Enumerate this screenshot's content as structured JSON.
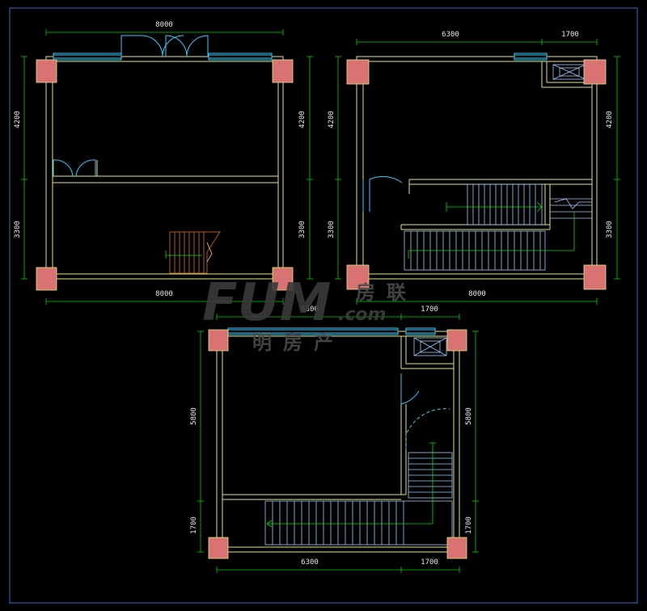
{
  "colors": {
    "background": "#000000",
    "wall": "#e6e67a",
    "dimension": "#00d200",
    "column": "#d97373",
    "opening": "#33ccff",
    "stair": "#99ccff",
    "brown_stair": "#b35a1f",
    "arrow": "#00e000",
    "frame": "#2a6fd6"
  },
  "plans": {
    "plan_a": {
      "dims": {
        "top": "8000",
        "bottom": "8000",
        "left_upper": "4200",
        "left_lower": "3300",
        "right_upper": "4200",
        "right_lower": "3300"
      }
    },
    "plan_b": {
      "dims": {
        "top_a": "6300",
        "top_b": "1700",
        "bottom": "8000",
        "left_upper": "4200",
        "left_lower": "3300",
        "right_upper": "4200",
        "right_lower": "3300"
      }
    },
    "plan_c": {
      "dims": {
        "top_a": "6300",
        "top_b": "1700",
        "bottom_a": "6300",
        "bottom_b": "1700",
        "left_upper": "5800",
        "left_lower": "1700",
        "right_upper": "5800",
        "right_lower": "1700"
      }
    }
  },
  "watermark": {
    "latin": "FUM",
    "latin_sub": ".com",
    "cjk_top": "房联",
    "cjk_bottom": "明房产"
  }
}
